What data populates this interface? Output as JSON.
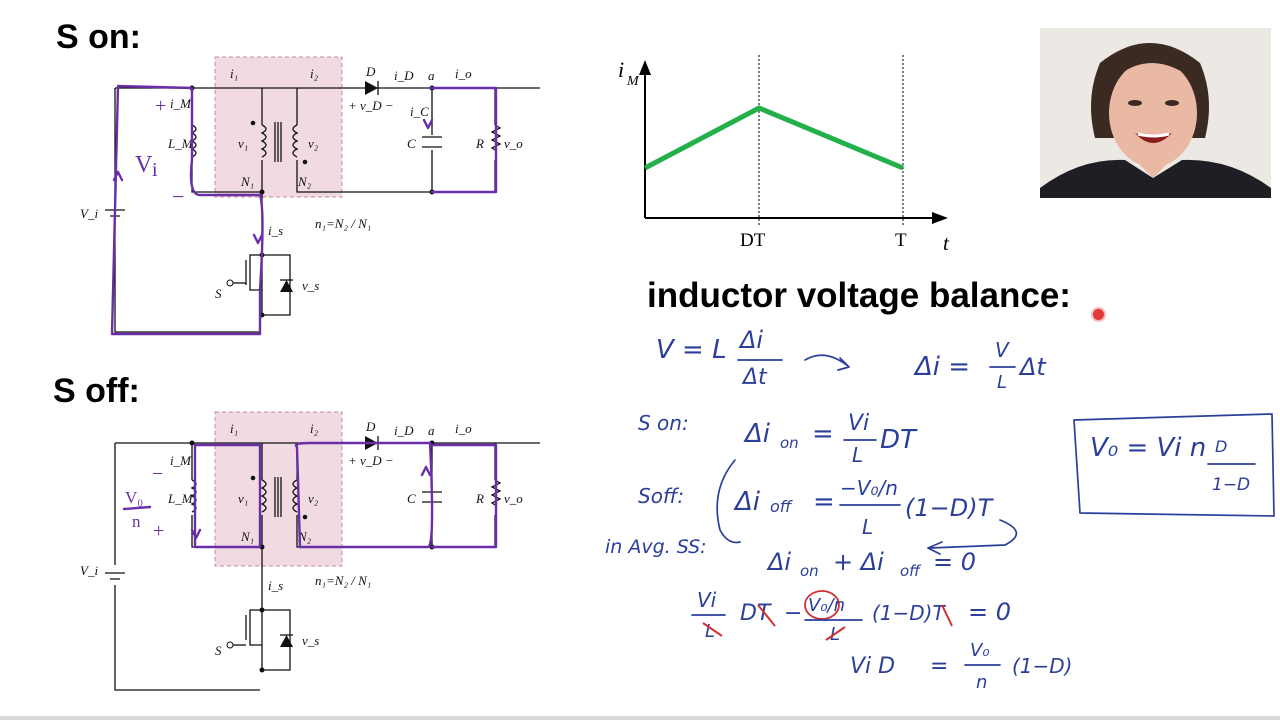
{
  "headings": {
    "s_on": "S on:",
    "s_off": "S off:",
    "inductor_voltage_balance": "inductor voltage balance:"
  },
  "circuit_labels": {
    "i1": "i₁",
    "i2": "i₂",
    "iD": "i_D",
    "a": "a",
    "io": "i_o",
    "iM": "i_M",
    "D": "D",
    "vD": "+ v_D −",
    "iC": "i_C",
    "LM": "L_M",
    "v1": "v₁",
    "v2": "v₂",
    "C": "C",
    "R": "R",
    "vo": "v_o",
    "N1": "N₁",
    "N2": "N₂",
    "Vi": "V_i",
    "ratio": "n₁=N₂ / N₁",
    "is": "i_s",
    "vs": "v_s",
    "S": "S",
    "plus": "+",
    "minus": "−"
  },
  "annotations_on": {
    "vi_handwritten": "V",
    "vi_handwritten_sub": "i",
    "plus": "+",
    "minus": "−"
  },
  "annotations_off": {
    "vo_num": "V₀",
    "vo_den": "n",
    "plus": "+",
    "minus": "−"
  },
  "waveform": {
    "ylabel": "i",
    "ylabel_sub": "M",
    "xlabel": "t",
    "tick_DT": "DT",
    "tick_T": "T",
    "line_color": "#22b04a"
  },
  "notes": {
    "line1_a": "V = L",
    "line1_b": "Δi",
    "line1_c": "Δt",
    "line1_d": "Δi =",
    "line1_e": "V",
    "line1_f": "L",
    "line1_g": "Δt",
    "son_label": "S on:",
    "son_a": "Δi",
    "son_sub": "on",
    "son_b": "=",
    "son_num": "Vi",
    "son_den": "L",
    "son_c": "DT",
    "soff_label": "Soff:",
    "soff_a": "Δi",
    "soff_sub": "off",
    "soff_b": "=",
    "soff_num": "−V₀/n",
    "soff_den": "L",
    "soff_c": "(1−D)T",
    "avg_label": "in Avg. SS:",
    "avg_eq": "Δi",
    "avg_eq_sub1": "on",
    "avg_eq_mid": "+ Δi",
    "avg_eq_sub2": "off",
    "avg_eq_end": "= 0",
    "l5_num1": "Vi",
    "l5_den1": "L",
    "l5_a": "DT",
    "l5_minus": "−",
    "l5_num2": "V₀/n",
    "l5_den2": "L",
    "l5_b": "(1−D)T",
    "l5_eq": "= 0",
    "l6_a": "Vi D",
    "l6_eq": "=",
    "l6_num": "V₀",
    "l6_den": "n",
    "l6_b": "(1−D)",
    "box_a": "V₀ = Vi n",
    "box_num": "D",
    "box_den": "1−D"
  },
  "colors": {
    "ink": "#2b3f9a",
    "annotation": "#6a2fa8",
    "transformer_shade": "#f1dbe0",
    "pointer": "#e23a3a"
  }
}
